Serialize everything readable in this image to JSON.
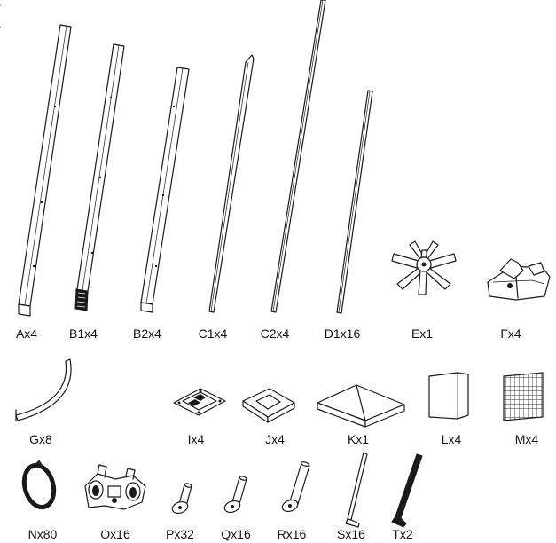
{
  "parts": [
    {
      "id": "A",
      "label": "Ax4"
    },
    {
      "id": "B1",
      "label": "B1x4"
    },
    {
      "id": "B2",
      "label": "B2x4"
    },
    {
      "id": "C1",
      "label": "C1x4"
    },
    {
      "id": "C2",
      "label": "C2x4"
    },
    {
      "id": "D1",
      "label": "D1x16"
    },
    {
      "id": "E",
      "label": "Ex1"
    },
    {
      "id": "F",
      "label": "Fx4"
    },
    {
      "id": "G",
      "label": "Gx8"
    },
    {
      "id": "I",
      "label": "Ix4"
    },
    {
      "id": "J",
      "label": "Jx4"
    },
    {
      "id": "K",
      "label": "Kx1"
    },
    {
      "id": "L",
      "label": "Lx4"
    },
    {
      "id": "M",
      "label": "Mx4"
    },
    {
      "id": "N",
      "label": "Nx80"
    },
    {
      "id": "O",
      "label": "Ox16"
    },
    {
      "id": "P",
      "label": "Px32"
    },
    {
      "id": "Q",
      "label": "Qx16"
    },
    {
      "id": "R",
      "label": "Rx16"
    },
    {
      "id": "S",
      "label": "Sx16"
    },
    {
      "id": "T",
      "label": "Tx2"
    }
  ]
}
